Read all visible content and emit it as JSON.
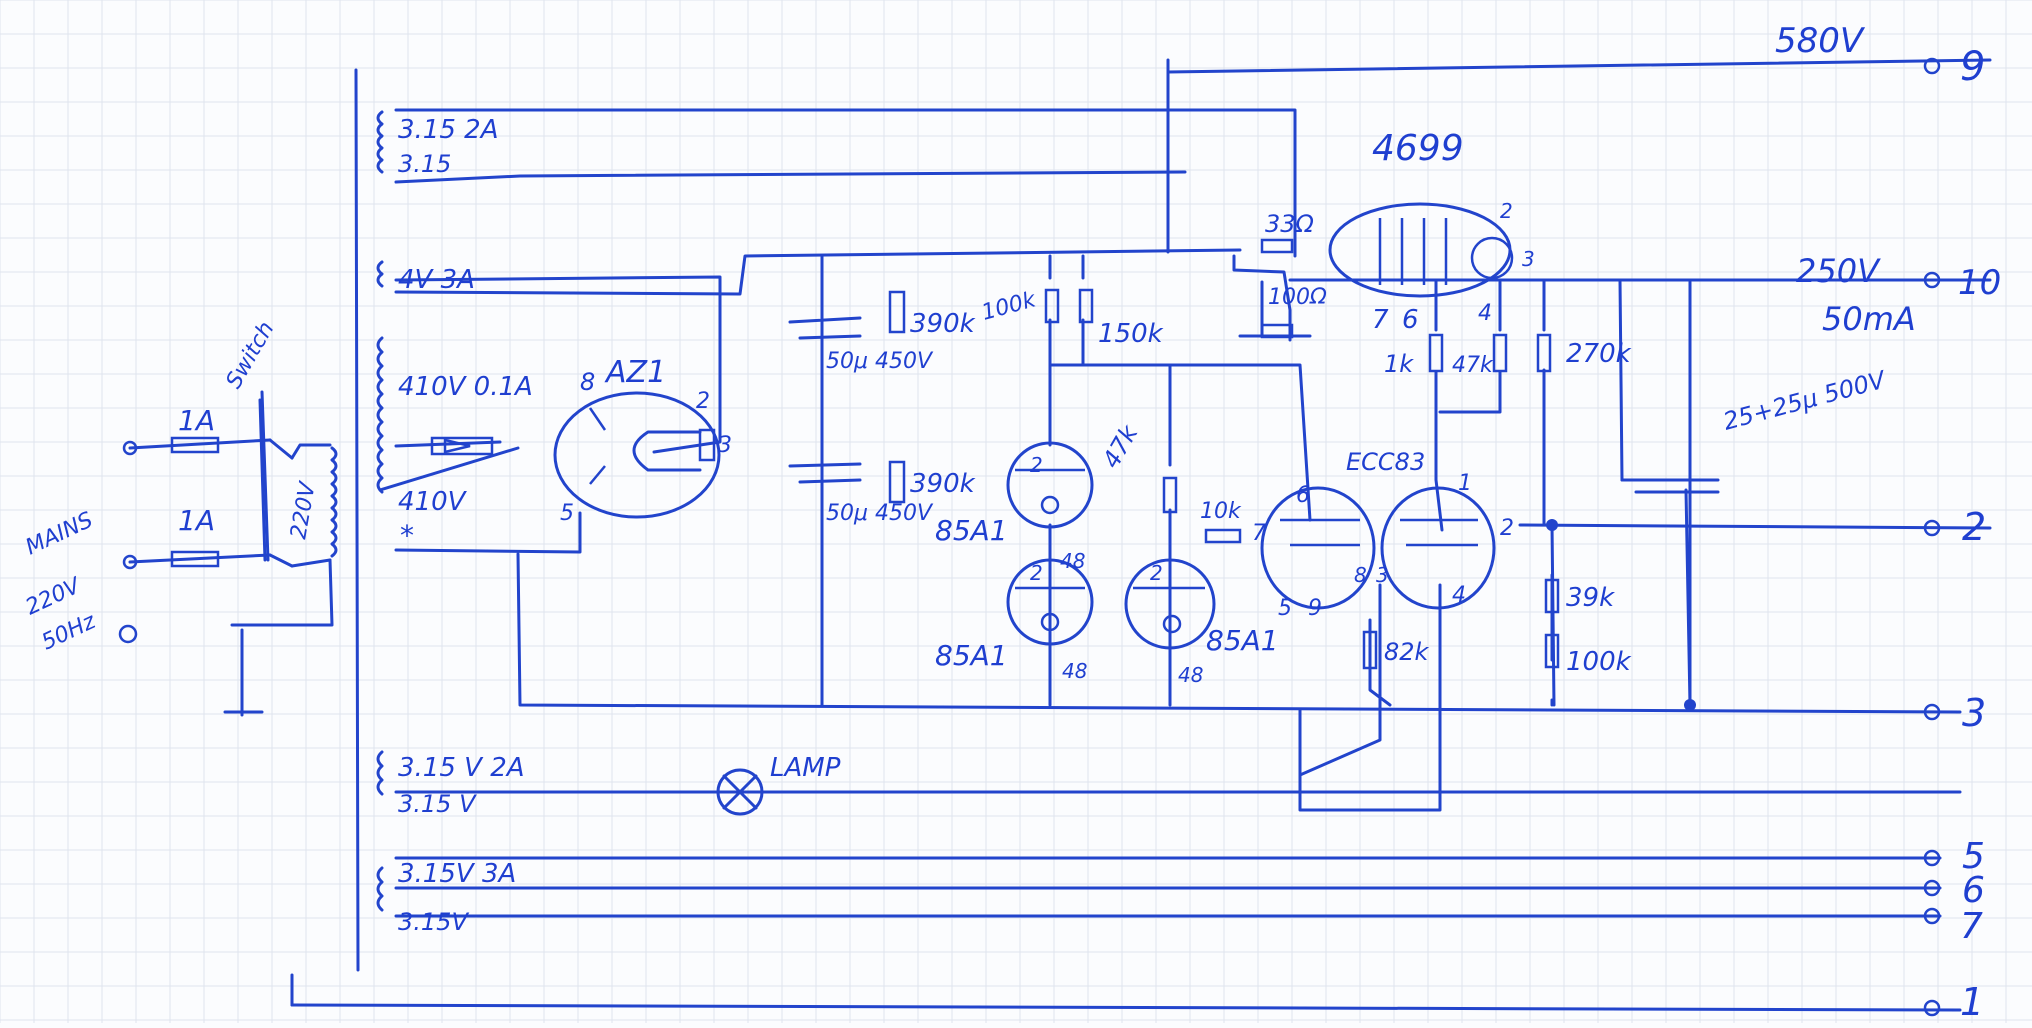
{
  "rails": {
    "v580": "580V",
    "v250": "250V",
    "ma50": "50mA"
  },
  "terminals": [
    "9",
    "10",
    "2",
    "3",
    "5",
    "6",
    "7",
    "1"
  ],
  "windings": {
    "w1": "3.15 2A",
    "w2": "3.15",
    "w3": "4V 3A",
    "w4": "410V 0.1A",
    "w5": "410V",
    "w5_mark": "*",
    "w6": "3.15 V 2A",
    "w7": "3.15 V",
    "w8": "3.15V 3A",
    "w9": "3.15V",
    "primary": "220V"
  },
  "mains": {
    "line1": "MAINS",
    "line2": "220V",
    "line3": "50Hz",
    "fuse1": "1A",
    "fuse2": "1A",
    "switch": "Switch"
  },
  "tubes": {
    "rectifier": "AZ1",
    "rect_pin_a": "8",
    "rect_pin_b": "2",
    "rect_pin_c": "3",
    "rect_pin_d": "5",
    "pass": "4699",
    "pass_p2": "2",
    "pass_p3": "3",
    "pass_p7": "7",
    "pass_p6": "6",
    "pass_p4": "4",
    "amp": "ECC83",
    "ref1": "85A1",
    "ref2": "85A1",
    "ref3": "85A1",
    "ref_pin_top1": "2",
    "ref_pin_top2": "2",
    "ref_pin_top3": "2",
    "ref_pin_48a": "48",
    "ref_pin_48b": "48",
    "ref_pin_48c": "48",
    "amp_p7": "7",
    "amp_p6": "6",
    "amp_p1": "1",
    "amp_p2": "2",
    "amp_p5": "5",
    "amp_p9": "9",
    "amp_p8": "8",
    "amp_p3": "3",
    "amp_p4": "4"
  },
  "components": {
    "r_33": "33Ω",
    "r_100": "100Ω",
    "r_390k_a": "390k",
    "r_390k_b": "390k",
    "c_a": "50μ 450V",
    "c_b": "50μ 450V",
    "r_100k_a": "100k",
    "r_150k": "150k",
    "r_47k_a": "47k",
    "r_10k": "10k",
    "r_1k": "1k",
    "r_47k_b": "47k",
    "r_270k": "270k",
    "r_82k": "82k",
    "r_39k": "39k",
    "r_100k_b": "100k",
    "c_out": "25+25μ 500V",
    "lamp": "LAMP"
  },
  "colors": {
    "ink": "#2244cc",
    "paper": "#fbfcfe",
    "grid": "#dfe4ee"
  }
}
